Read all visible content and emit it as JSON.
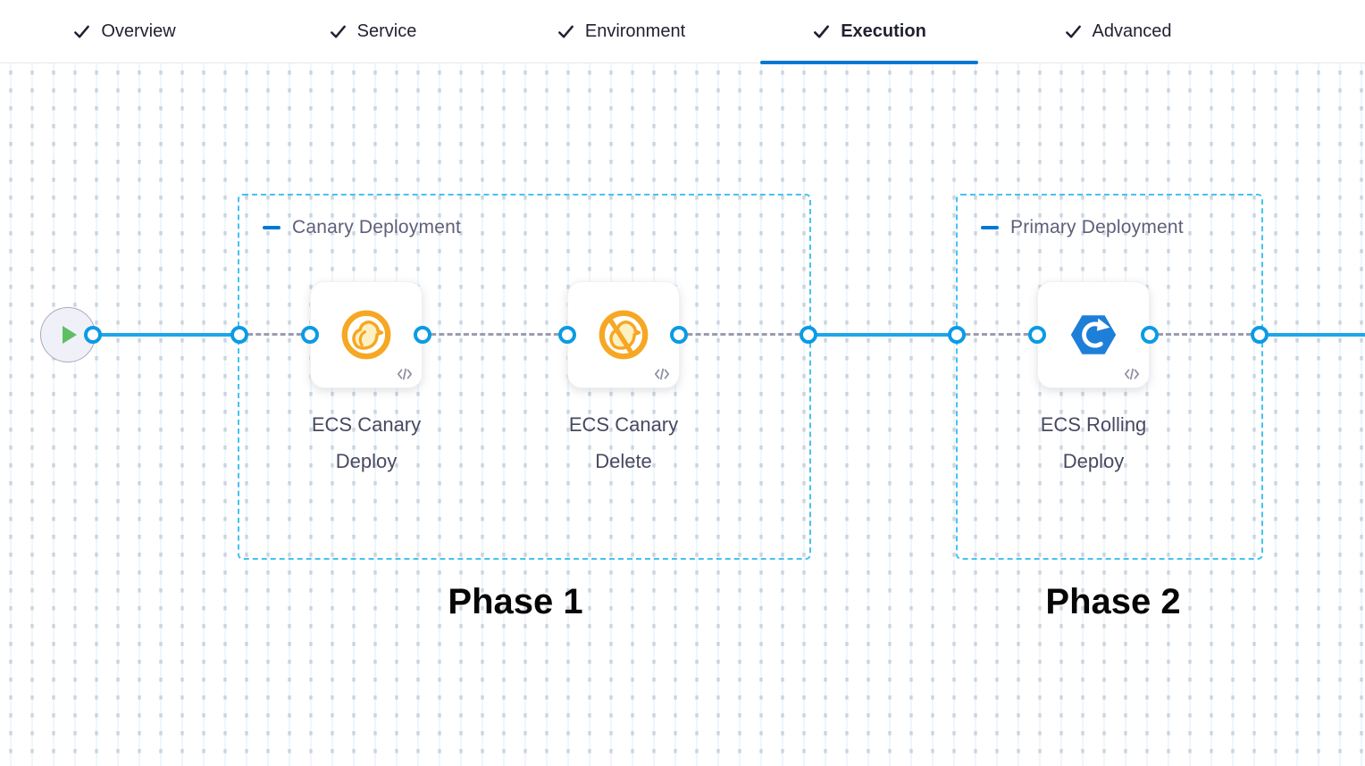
{
  "header": {
    "tabs": [
      {
        "label": "Overview",
        "checked": true,
        "active": false
      },
      {
        "label": "Service",
        "checked": true,
        "active": false
      },
      {
        "label": "Environment",
        "checked": true,
        "active": false
      },
      {
        "label": "Execution",
        "checked": true,
        "active": true
      },
      {
        "label": "Advanced",
        "checked": true,
        "active": false
      }
    ]
  },
  "canvas": {
    "start_node": {
      "icon": "play-icon"
    },
    "stages": [
      {
        "title": "Canary Deployment",
        "phase_label": "Phase 1",
        "steps": [
          {
            "name": "ECS Canary Deploy",
            "icon": "canary-bird-icon"
          },
          {
            "name": "ECS Canary Delete",
            "icon": "canary-bird-slash-icon"
          }
        ]
      },
      {
        "title": "Primary Deployment",
        "phase_label": "Phase 2",
        "steps": [
          {
            "name": "ECS Rolling Deploy",
            "icon": "ecs-hexagon-refresh-icon"
          }
        ]
      }
    ]
  },
  "colors": {
    "accent_blue": "#0278d5",
    "link_blue": "#1da6ea",
    "port_ring_blue": "#0b9be4",
    "group_border_cyan": "#46c2f1",
    "dashed_connector_gray": "#9b9cb1",
    "canary_orange": "#f6a723",
    "ecs_blue": "#1d7fd8",
    "play_green": "#5ebf62"
  }
}
